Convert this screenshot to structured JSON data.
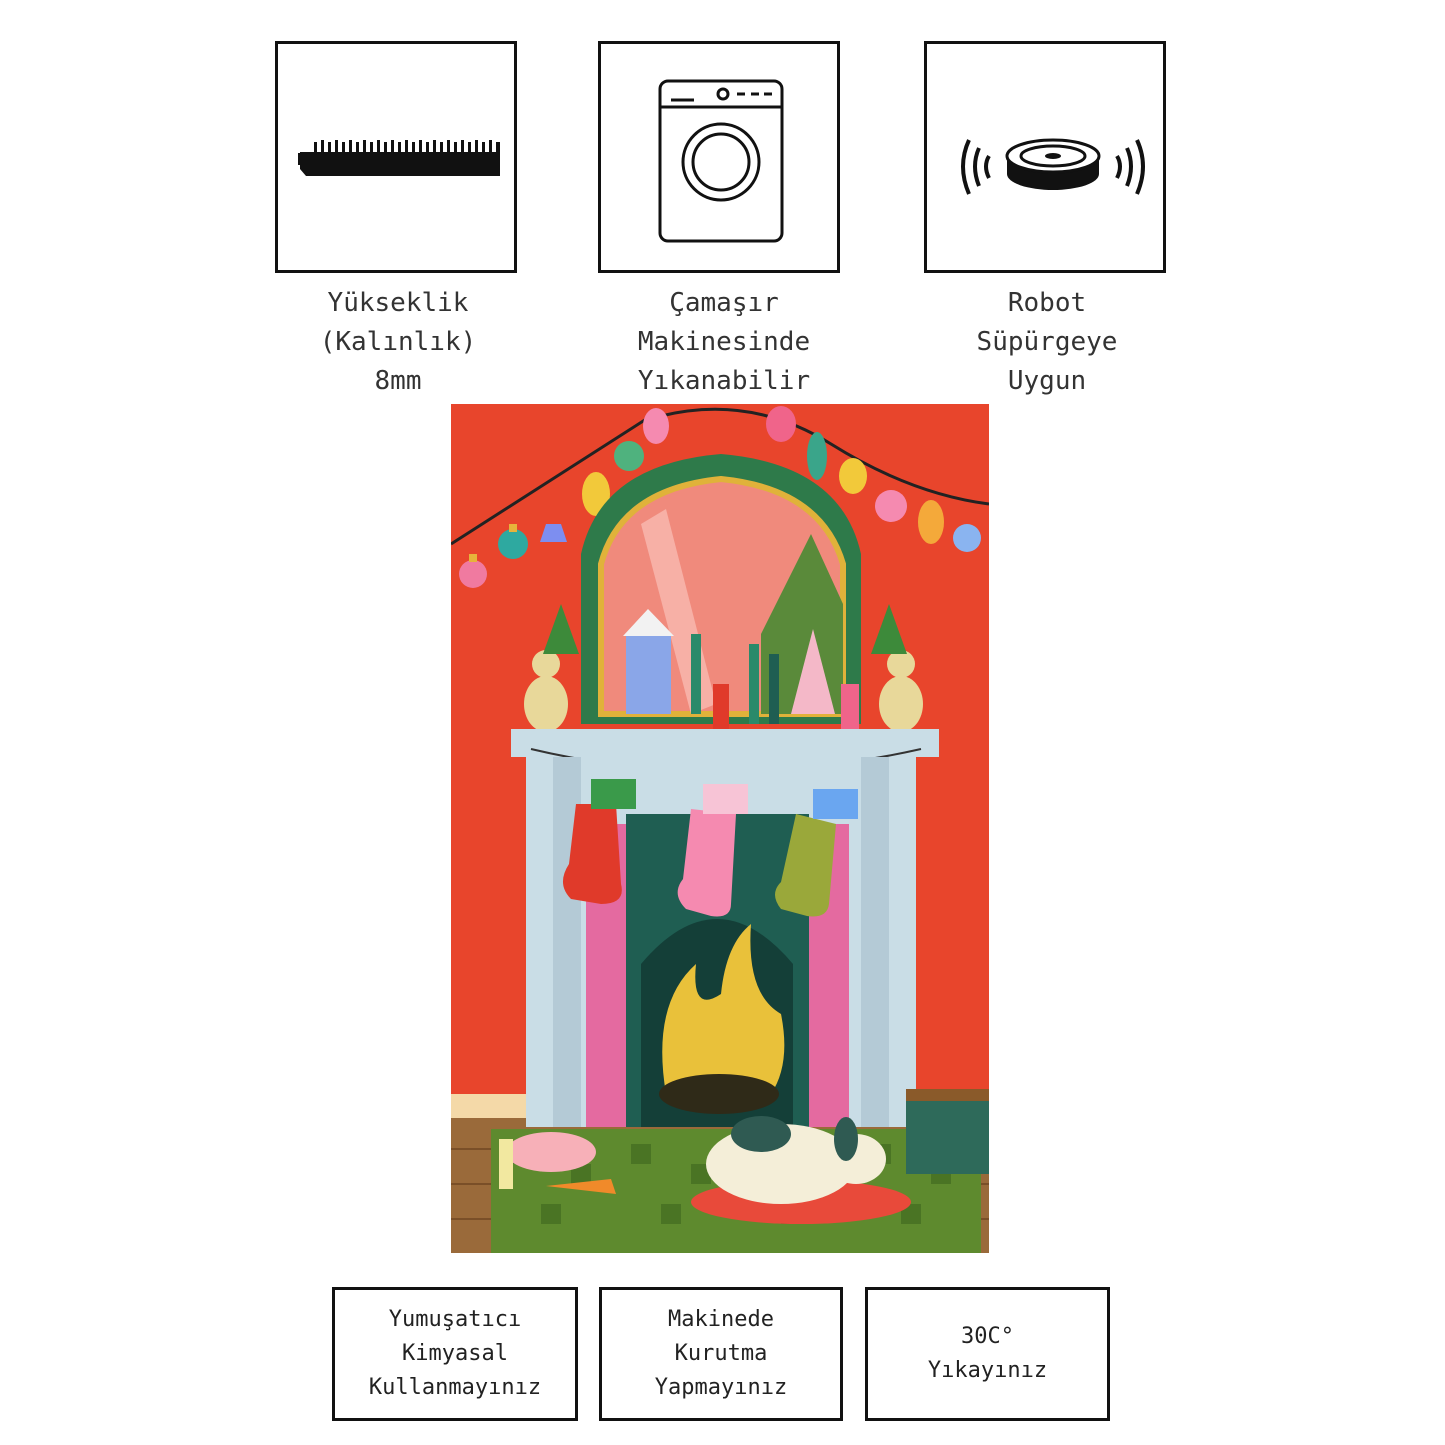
{
  "features": [
    {
      "icon": "pile-height-icon",
      "lines": [
        "Yükseklik",
        "(Kalınlık)",
        "8mm"
      ]
    },
    {
      "icon": "washing-machine-icon",
      "lines": [
        "Çamaşır",
        "Makinesinde",
        "Yıkanabilir"
      ]
    },
    {
      "icon": "robot-vacuum-icon",
      "lines": [
        "Robot",
        "Süpürgeye",
        "Uygun"
      ]
    }
  ],
  "care": [
    {
      "lines": [
        "Yumuşatıcı",
        "Kimyasal",
        "Kullanmayınız"
      ]
    },
    {
      "lines": [
        "Makinede",
        "Kurutma",
        "Yapmayınız"
      ]
    },
    {
      "lines": [
        "30C°",
        "Yıkayınız"
      ]
    }
  ],
  "colors": {
    "wall": "#e8452c",
    "mantel": "#c9dde6",
    "firebox": "#1f5e52",
    "tile": "#e46aa0",
    "rug": "#5e8a2e",
    "floor": "#9a6a3a",
    "flame": "#e9c13a"
  }
}
